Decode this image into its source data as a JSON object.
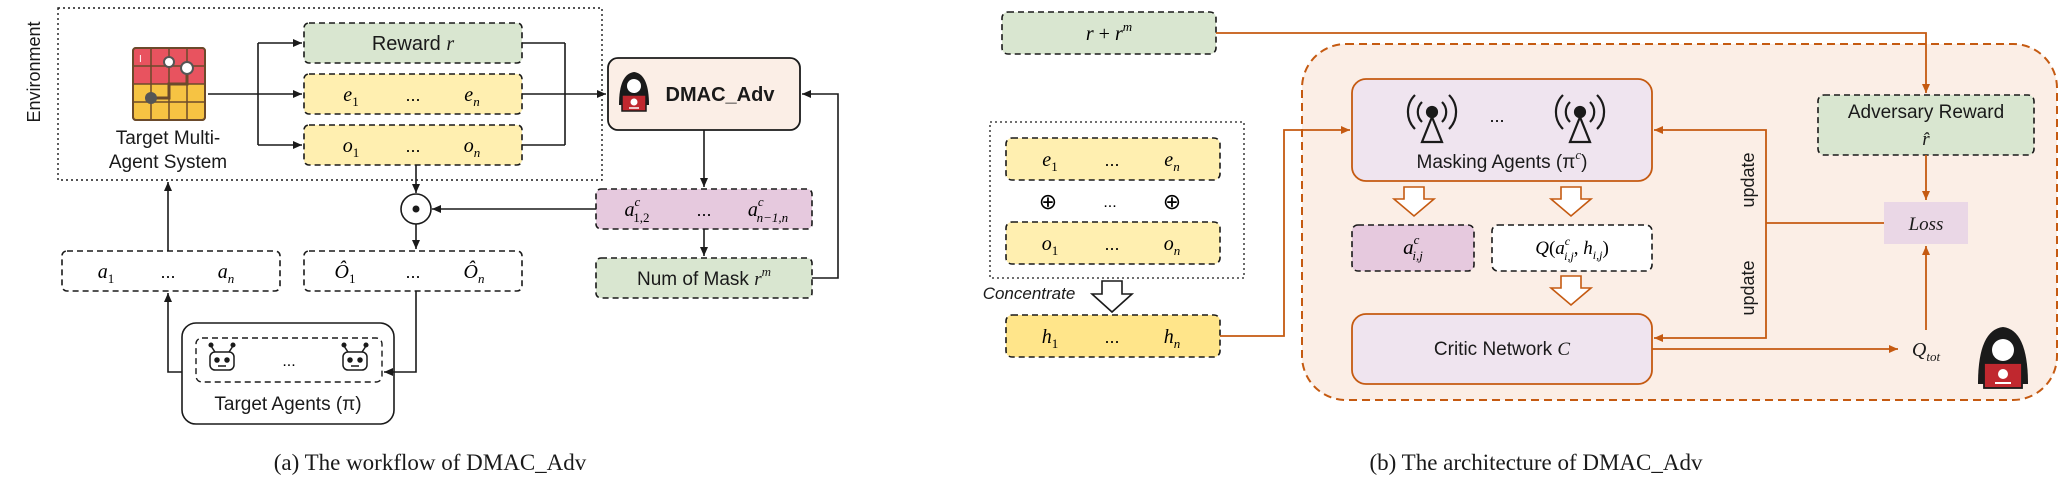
{
  "workflow": {
    "environment_label": "Environment",
    "target_mas_line1": "Target Multi-",
    "target_mas_line2": "Agent System",
    "reward": {
      "text": "Reward ",
      "var": "r"
    },
    "e_row": {
      "first": "e",
      "first_sub": "1",
      "ellipsis": "...",
      "last": "e",
      "last_sub": "n"
    },
    "o_row": {
      "first": "o",
      "first_sub": "1",
      "ellipsis": "...",
      "last": "o",
      "last_sub": "n"
    },
    "dmac_adv": "DMAC_Adv",
    "mask_actions": {
      "first": "a",
      "first_sup": "c",
      "first_sub": "1,2",
      "ellipsis": "...",
      "last": "a",
      "last_sup": "c",
      "last_sub": "n−1,n"
    },
    "num_mask": {
      "text": "Num of Mask ",
      "var": "r",
      "sup": "m"
    },
    "actions": {
      "first": "a",
      "first_sub": "1",
      "ellipsis": "...",
      "last": "a",
      "last_sub": "n"
    },
    "masked_obs": {
      "first": "Ô",
      "first_sub": "1",
      "ellipsis": "...",
      "last": "Ô",
      "last_sub": "n"
    },
    "odot": "⊙",
    "agents_ellipsis": "...",
    "target_agents": "Target Agents (π)",
    "caption": "(a) The workflow of DMAC_Adv"
  },
  "architecture": {
    "reward_sum": {
      "r": "r",
      "plus": " + ",
      "rm": "r",
      "sup": "m"
    },
    "e_row": {
      "first": "e",
      "first_sub": "1",
      "ellipsis": "...",
      "last": "e",
      "last_sub": "n"
    },
    "oplus": "⊕",
    "oplus_ellipsis": "...",
    "o_row": {
      "first": "o",
      "first_sub": "1",
      "ellipsis": "...",
      "last": "o",
      "last_sub": "n"
    },
    "concentrate": "Concentrate",
    "h_row": {
      "first": "h",
      "first_sub": "1",
      "ellipsis": "...",
      "last": "h",
      "last_sub": "n"
    },
    "masking_agents": "Masking Agents (π",
    "masking_agents_sup": "c",
    "masking_agents_close": ")",
    "masking_ellipsis": "...",
    "action_ij": {
      "a": "a",
      "sup": "c",
      "sub": "i,j"
    },
    "q_value": {
      "Q": "Q",
      "open": "(",
      "a": "a",
      "sup": "c",
      "sub": "i,j",
      "comma": ", ",
      "h": "h",
      "hsub": "i,j",
      "close": ")"
    },
    "critic": "Critic Network ",
    "critic_var": "C",
    "adversary_reward": "Adversary Reward",
    "r_hat": "r̂",
    "loss": "Loss",
    "update_top": "update",
    "update_bottom": "update",
    "q_tot": "Q",
    "q_tot_sub": "tot",
    "caption": "(b) The architecture of DMAC_Adv"
  },
  "colors": {
    "green_fill": "#d9e6d0",
    "yellow_fill": "#ffefb0",
    "pink_fill": "#e6c9de",
    "orange_line": "#c55a11",
    "orange_bg": "#fbeee6",
    "lavender_fill": "#efe4ef",
    "loss_fill": "#ead7e6",
    "dark": "#1a1a1a"
  }
}
